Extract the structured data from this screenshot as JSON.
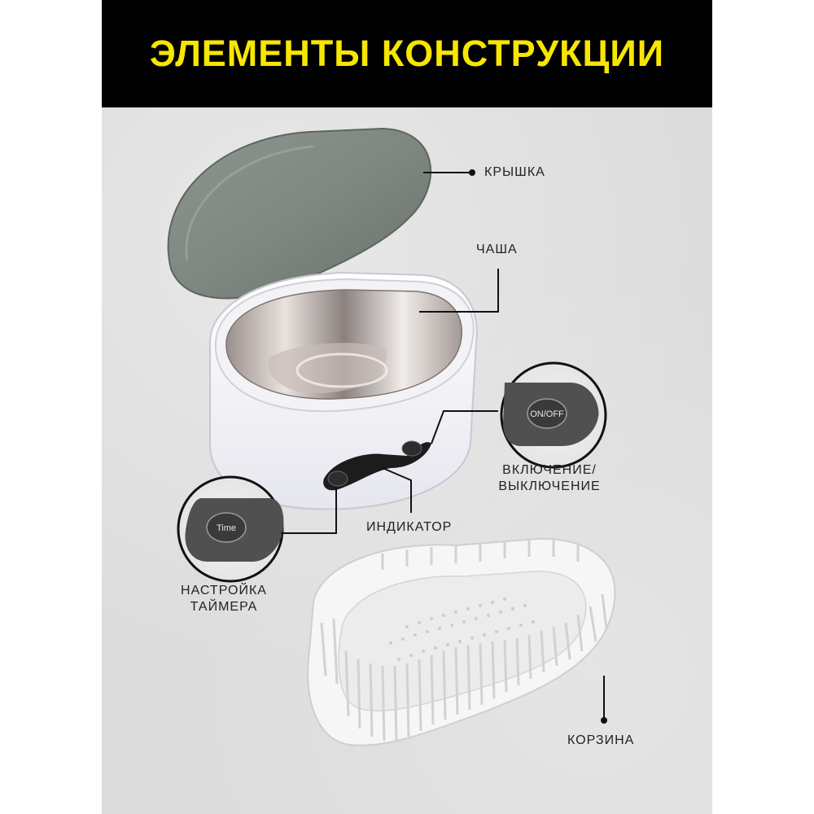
{
  "header": {
    "title": "ЭЛЕМЕНТЫ КОНСТРУКЦИИ"
  },
  "device": {
    "button_on_off": "ON/OFF",
    "button_time": "Time"
  },
  "callouts": {
    "lid": "КРЫШКА",
    "bowl": "ЧАША",
    "power_line1": "ВКЛЮЧЕНИЕ/",
    "power_line2": "ВЫКЛЮЧЕНИЕ",
    "indicator": "ИНДИКАТОР",
    "timer_line1": "НАСТРОЙКА",
    "timer_line2": "ТАЙМЕРА",
    "basket": "КОРЗИНА"
  },
  "colors": {
    "banner_bg": "#000000",
    "title_color": "#f7e600",
    "panel_bg": "#dcdcdc"
  }
}
